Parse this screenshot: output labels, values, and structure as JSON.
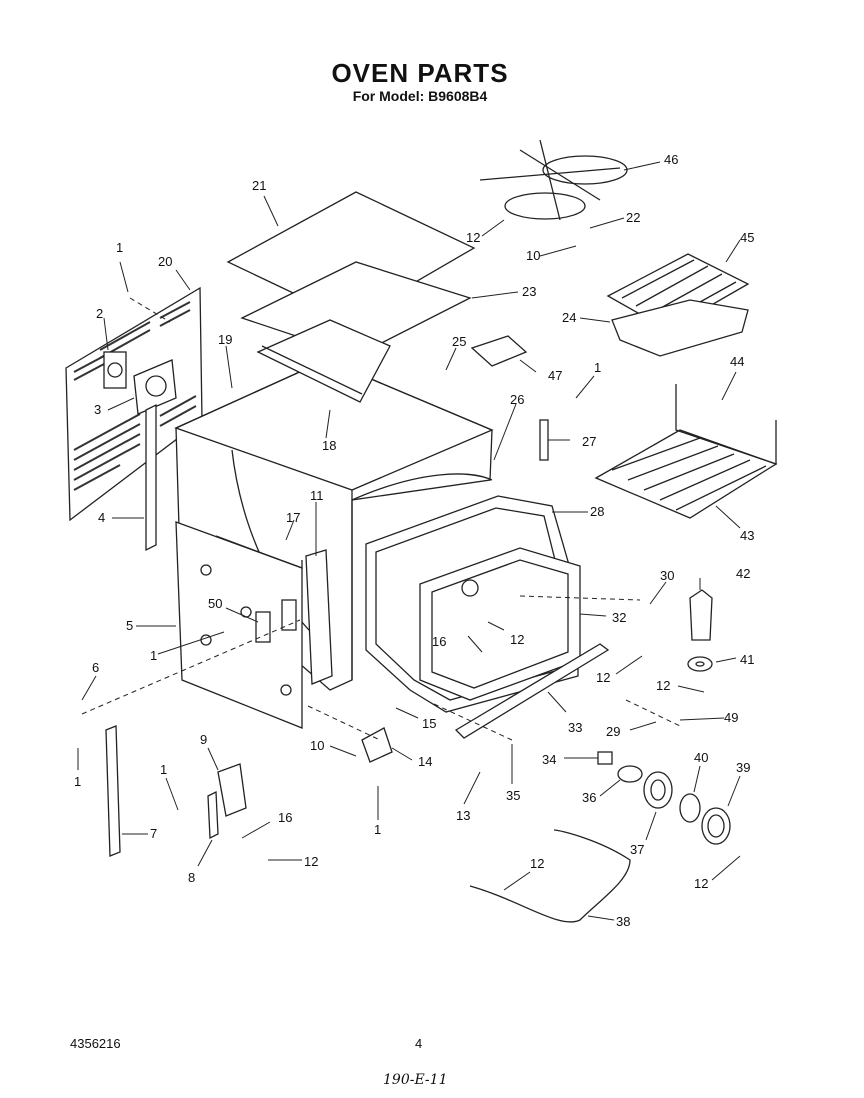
{
  "header": {
    "title": "OVEN PARTS",
    "subtitle": "For Model: B9608B4"
  },
  "footer": {
    "doc_number": "4356216",
    "page_number": "4",
    "handwritten": "190-E-11"
  },
  "callouts": [
    {
      "id": "c1a",
      "text": "1"
    },
    {
      "id": "c20",
      "text": "20"
    },
    {
      "id": "c2",
      "text": "2"
    },
    {
      "id": "c19",
      "text": "19"
    },
    {
      "id": "c3",
      "text": "3"
    },
    {
      "id": "c4",
      "text": "4"
    },
    {
      "id": "c21",
      "text": "21"
    },
    {
      "id": "c23",
      "text": "23"
    },
    {
      "id": "c25",
      "text": "25"
    },
    {
      "id": "c47",
      "text": "47"
    },
    {
      "id": "c18",
      "text": "18"
    },
    {
      "id": "c26",
      "text": "26"
    },
    {
      "id": "c27",
      "text": "27"
    },
    {
      "id": "c1b",
      "text": "1"
    },
    {
      "id": "c46",
      "text": "46"
    },
    {
      "id": "c12a",
      "text": "12"
    },
    {
      "id": "c22",
      "text": "22"
    },
    {
      "id": "c10a",
      "text": "10"
    },
    {
      "id": "c45",
      "text": "45"
    },
    {
      "id": "c24",
      "text": "24"
    },
    {
      "id": "c44",
      "text": "44"
    },
    {
      "id": "c43",
      "text": "43"
    },
    {
      "id": "c28",
      "text": "28"
    },
    {
      "id": "c11",
      "text": "11"
    },
    {
      "id": "c17",
      "text": "17"
    },
    {
      "id": "c5",
      "text": "5"
    },
    {
      "id": "c50",
      "text": "50"
    },
    {
      "id": "c1c",
      "text": "1"
    },
    {
      "id": "c6",
      "text": "6"
    },
    {
      "id": "c1d",
      "text": "1"
    },
    {
      "id": "c7",
      "text": "7"
    },
    {
      "id": "c9",
      "text": "9"
    },
    {
      "id": "c1e",
      "text": "1"
    },
    {
      "id": "c16a",
      "text": "16"
    },
    {
      "id": "c8",
      "text": "8"
    },
    {
      "id": "c12b",
      "text": "12"
    },
    {
      "id": "c10b",
      "text": "10"
    },
    {
      "id": "c14",
      "text": "14"
    },
    {
      "id": "c15",
      "text": "15"
    },
    {
      "id": "c1f",
      "text": "1"
    },
    {
      "id": "c13",
      "text": "13"
    },
    {
      "id": "c35",
      "text": "35"
    },
    {
      "id": "c16b",
      "text": "16"
    },
    {
      "id": "c12c",
      "text": "12"
    },
    {
      "id": "c32",
      "text": "32"
    },
    {
      "id": "c30",
      "text": "30"
    },
    {
      "id": "c12d",
      "text": "12"
    },
    {
      "id": "c33",
      "text": "33"
    },
    {
      "id": "c42",
      "text": "42"
    },
    {
      "id": "c41",
      "text": "41"
    },
    {
      "id": "c12e",
      "text": "12"
    },
    {
      "id": "c29",
      "text": "29"
    },
    {
      "id": "c49",
      "text": "49"
    },
    {
      "id": "c34",
      "text": "34"
    },
    {
      "id": "c36",
      "text": "36"
    },
    {
      "id": "c40",
      "text": "40"
    },
    {
      "id": "c39",
      "text": "39"
    },
    {
      "id": "c37",
      "text": "37"
    },
    {
      "id": "c12f",
      "text": "12"
    },
    {
      "id": "c12g",
      "text": "12"
    },
    {
      "id": "c38",
      "text": "38"
    }
  ]
}
